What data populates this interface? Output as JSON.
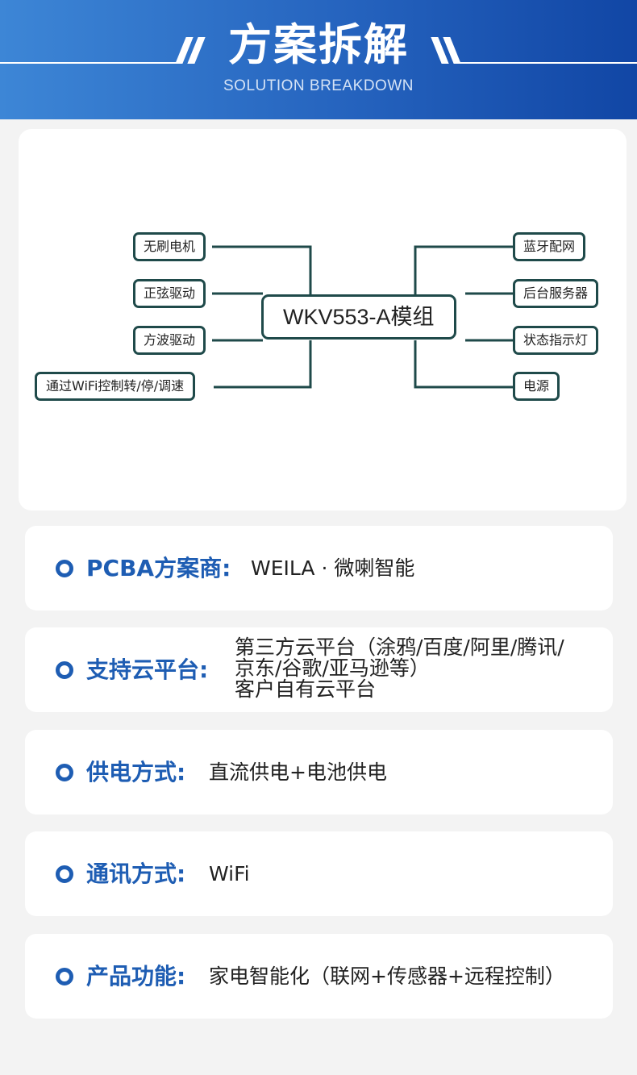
{
  "header": {
    "title": "方案拆解",
    "subtitle": "SOLUTION  BREAKDOWN"
  },
  "diagram": {
    "center": "WKV553-A模组",
    "left_nodes": [
      "无刷电机",
      "正弦驱动",
      "方波驱动",
      "通过WiFi控制转/停/调速"
    ],
    "right_nodes": [
      "蓝牙配网",
      "后台服务器",
      "状态指示灯",
      "电源"
    ]
  },
  "info": [
    {
      "label": "PCBA方案商:",
      "value": [
        "WEILA · 微喇智能"
      ]
    },
    {
      "label": "支持云平台:",
      "value": [
        "第三方云平台（涂鸦/百度/阿里/腾讯/",
        "京东/谷歌/亚马逊等）",
        "客户自有云平台"
      ]
    },
    {
      "label": "供电方式:",
      "value": [
        "直流供电+电池供电"
      ]
    },
    {
      "label": "通讯方式:",
      "value": [
        "WiFi"
      ]
    },
    {
      "label": "产品功能:",
      "value": [
        "家电智能化（联网+传感器+远程控制）"
      ]
    }
  ],
  "colors": {
    "header_start": "#3d86d6",
    "header_end": "#1146a5",
    "accent": "#1e5db3",
    "node_border": "#1f4a4a"
  }
}
